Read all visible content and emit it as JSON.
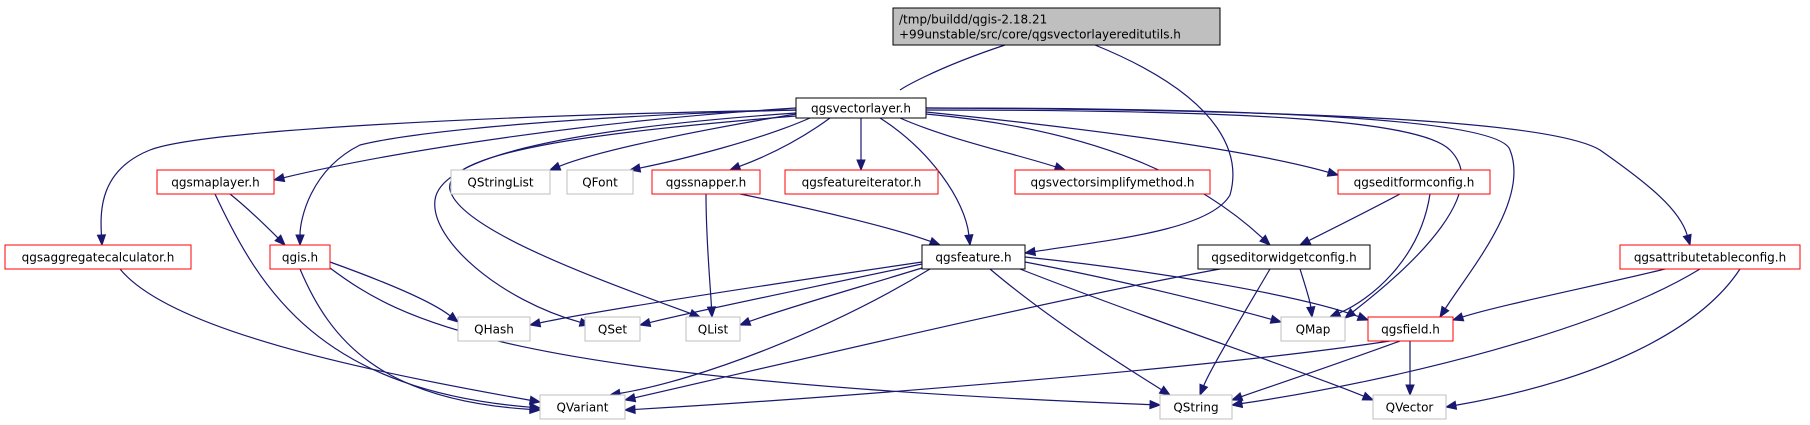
{
  "colors": {
    "root_fill": "#bfbfbf",
    "root_border": "#000000",
    "documented_border": "#000000",
    "incomplete_border": "#ff0000",
    "external_border": "#bfbfbf",
    "external_text": "#000000",
    "edge": "#191970"
  },
  "nodes": [
    {
      "id": "root",
      "kind": "root",
      "lines": [
        "/tmp/buildd/qgis-2.18.21",
        "+99unstable/src/core/qgsvectorlayereditutils.h"
      ]
    },
    {
      "id": "qgsvectorlayer",
      "kind": "documented",
      "lines": [
        "qgsvectorlayer.h"
      ]
    },
    {
      "id": "qgsaggregatecalculator",
      "kind": "incomplete",
      "lines": [
        "qgsaggregatecalculator.h"
      ]
    },
    {
      "id": "qgsmaplayer",
      "kind": "incomplete",
      "lines": [
        "qgsmaplayer.h"
      ]
    },
    {
      "id": "qgis",
      "kind": "incomplete",
      "lines": [
        "qgis.h"
      ]
    },
    {
      "id": "QStringList",
      "kind": "external",
      "lines": [
        "QStringList"
      ]
    },
    {
      "id": "QFont",
      "kind": "external",
      "lines": [
        "QFont"
      ]
    },
    {
      "id": "qgssnapper",
      "kind": "incomplete",
      "lines": [
        "qgssnapper.h"
      ]
    },
    {
      "id": "qgsfeatureiterator",
      "kind": "incomplete",
      "lines": [
        "qgsfeatureiterator.h"
      ]
    },
    {
      "id": "qgsvectorsimplifymethod",
      "kind": "incomplete",
      "lines": [
        "qgsvectorsimplifymethod.h"
      ]
    },
    {
      "id": "qgseditformconfig",
      "kind": "incomplete",
      "lines": [
        "qgseditformconfig.h"
      ]
    },
    {
      "id": "qgsfeature",
      "kind": "documented",
      "lines": [
        "qgsfeature.h"
      ]
    },
    {
      "id": "qgseditorwidgetconfig",
      "kind": "documented",
      "lines": [
        "qgseditorwidgetconfig.h"
      ]
    },
    {
      "id": "qgsattributetableconfig",
      "kind": "incomplete",
      "lines": [
        "qgsattributetableconfig.h"
      ]
    },
    {
      "id": "QHash",
      "kind": "external",
      "lines": [
        "QHash"
      ]
    },
    {
      "id": "QSet",
      "kind": "external",
      "lines": [
        "QSet"
      ]
    },
    {
      "id": "QList",
      "kind": "external",
      "lines": [
        "QList"
      ]
    },
    {
      "id": "QMap",
      "kind": "external",
      "lines": [
        "QMap"
      ]
    },
    {
      "id": "qgsfield",
      "kind": "incomplete",
      "lines": [
        "qgsfield.h"
      ]
    },
    {
      "id": "QVariant",
      "kind": "external",
      "lines": [
        "QVariant"
      ]
    },
    {
      "id": "QString",
      "kind": "external",
      "lines": [
        "QString"
      ]
    },
    {
      "id": "QVector",
      "kind": "external",
      "lines": [
        "QVector"
      ]
    }
  ],
  "edges": [
    [
      "root",
      "qgsvectorlayer"
    ],
    [
      "root",
      "qgsfeature"
    ],
    [
      "qgsvectorlayer",
      "qgsaggregatecalculator"
    ],
    [
      "qgsvectorlayer",
      "qgsmaplayer"
    ],
    [
      "qgsvectorlayer",
      "qgis"
    ],
    [
      "qgsvectorlayer",
      "QStringList"
    ],
    [
      "qgsvectorlayer",
      "QFont"
    ],
    [
      "qgsvectorlayer",
      "qgssnapper"
    ],
    [
      "qgsvectorlayer",
      "qgsfeatureiterator"
    ],
    [
      "qgsvectorlayer",
      "qgsvectorsimplifymethod"
    ],
    [
      "qgsvectorlayer",
      "qgseditformconfig"
    ],
    [
      "qgsvectorlayer",
      "qgsfeature"
    ],
    [
      "qgsvectorlayer",
      "qgseditorwidgetconfig"
    ],
    [
      "qgsvectorlayer",
      "qgsattributetableconfig"
    ],
    [
      "qgsvectorlayer",
      "QSet"
    ],
    [
      "qgsvectorlayer",
      "QList"
    ],
    [
      "qgsvectorlayer",
      "QMap"
    ],
    [
      "qgsvectorlayer",
      "qgsfield"
    ],
    [
      "qgsaggregatecalculator",
      "QVariant"
    ],
    [
      "qgsmaplayer",
      "qgis"
    ],
    [
      "qgsmaplayer",
      "QVariant"
    ],
    [
      "qgis",
      "QHash"
    ],
    [
      "qgis",
      "QVariant"
    ],
    [
      "qgis",
      "QString"
    ],
    [
      "qgssnapper",
      "qgsfeature"
    ],
    [
      "qgssnapper",
      "QList"
    ],
    [
      "qgseditformconfig",
      "qgseditorwidgetconfig"
    ],
    [
      "qgseditformconfig",
      "QMap"
    ],
    [
      "qgsfeature",
      "QHash"
    ],
    [
      "qgsfeature",
      "QSet"
    ],
    [
      "qgsfeature",
      "QList"
    ],
    [
      "qgsfeature",
      "QMap"
    ],
    [
      "qgsfeature",
      "qgsfield"
    ],
    [
      "qgsfeature",
      "QVariant"
    ],
    [
      "qgsfeature",
      "QString"
    ],
    [
      "qgsfeature",
      "QVector"
    ],
    [
      "qgseditorwidgetconfig",
      "QMap"
    ],
    [
      "qgseditorwidgetconfig",
      "QString"
    ],
    [
      "qgseditorwidgetconfig",
      "QVariant"
    ],
    [
      "qgsattributetableconfig",
      "qgsfield"
    ],
    [
      "qgsattributetableconfig",
      "QString"
    ],
    [
      "qgsattributetableconfig",
      "QVector"
    ],
    [
      "qgsfield",
      "QVariant"
    ],
    [
      "qgsfield",
      "QString"
    ],
    [
      "qgsfield",
      "QVector"
    ]
  ]
}
